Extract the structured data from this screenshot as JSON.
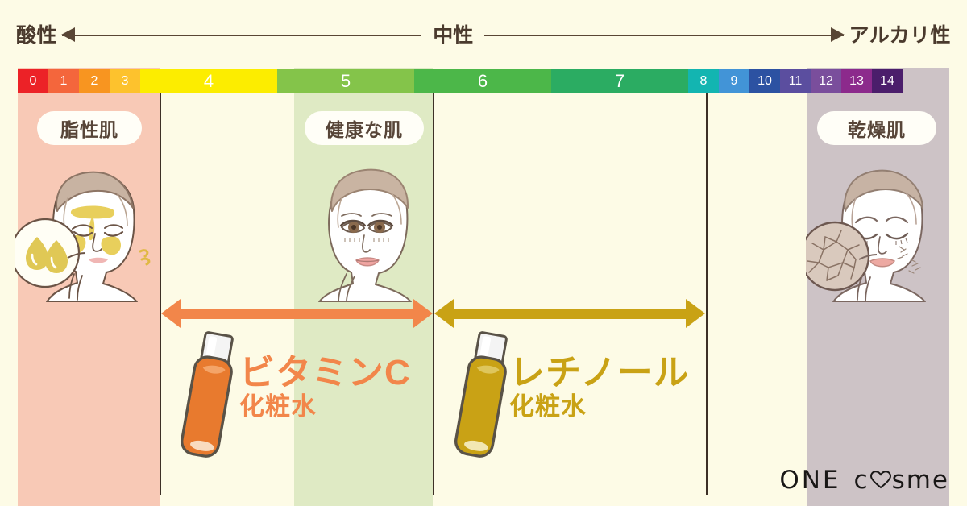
{
  "axis": {
    "left_label": "酸性",
    "center_label": "中性",
    "right_label": "アルカリ性",
    "arrow_color": "#594635"
  },
  "ph_scale": {
    "cells": [
      {
        "value": "0",
        "color": "#ec2227",
        "width": 38,
        "big": false
      },
      {
        "value": "1",
        "color": "#f4663c",
        "width": 38,
        "big": false
      },
      {
        "value": "2",
        "color": "#f89520",
        "width": 38,
        "big": false
      },
      {
        "value": "3",
        "color": "#fdc22d",
        "width": 38,
        "big": false
      },
      {
        "value": "4",
        "color": "#fced00",
        "width": 170,
        "big": true
      },
      {
        "value": "5",
        "color": "#84c44a",
        "width": 170,
        "big": true
      },
      {
        "value": "6",
        "color": "#4cb749",
        "width": 170,
        "big": true
      },
      {
        "value": "7",
        "color": "#2bac62",
        "width": 170,
        "big": true
      },
      {
        "value": "8",
        "color": "#13b5b1",
        "width": 38,
        "big": false
      },
      {
        "value": "9",
        "color": "#4294d7",
        "width": 38,
        "big": false
      },
      {
        "value": "10",
        "color": "#2c52a2",
        "width": 38,
        "big": false
      },
      {
        "value": "11",
        "color": "#5b4e9f",
        "width": 38,
        "big": false
      },
      {
        "value": "12",
        "color": "#7a4e9c",
        "width": 38,
        "big": false
      },
      {
        "value": "13",
        "color": "#8c2a8c",
        "width": 38,
        "big": false
      },
      {
        "value": "14",
        "color": "#4b1e6b",
        "width": 38,
        "big": false
      }
    ]
  },
  "bands": {
    "oily_color": "#f8c9b6",
    "healthy_color": "#dfeac4",
    "dry_color": "#cdc3c6",
    "page_background": "#fdfbe6"
  },
  "skin_types": {
    "oily_label": "脂性肌",
    "healthy_label": "健康な肌",
    "dry_label": "乾燥肌"
  },
  "products": [
    {
      "name": "ビタミンC",
      "sub": "化粧水",
      "color": "#f2864a",
      "bottle_color": "#e87a2e",
      "range": "4-5"
    },
    {
      "name": "レチノール",
      "sub": "化粧水",
      "color": "#c9a215",
      "bottle_color": "#c9a215",
      "range": "6-7"
    }
  ],
  "logo": {
    "part1": "ONE",
    "part2_pre": "c",
    "part2_post": "sme",
    "heart_icon": "heart-icon"
  }
}
